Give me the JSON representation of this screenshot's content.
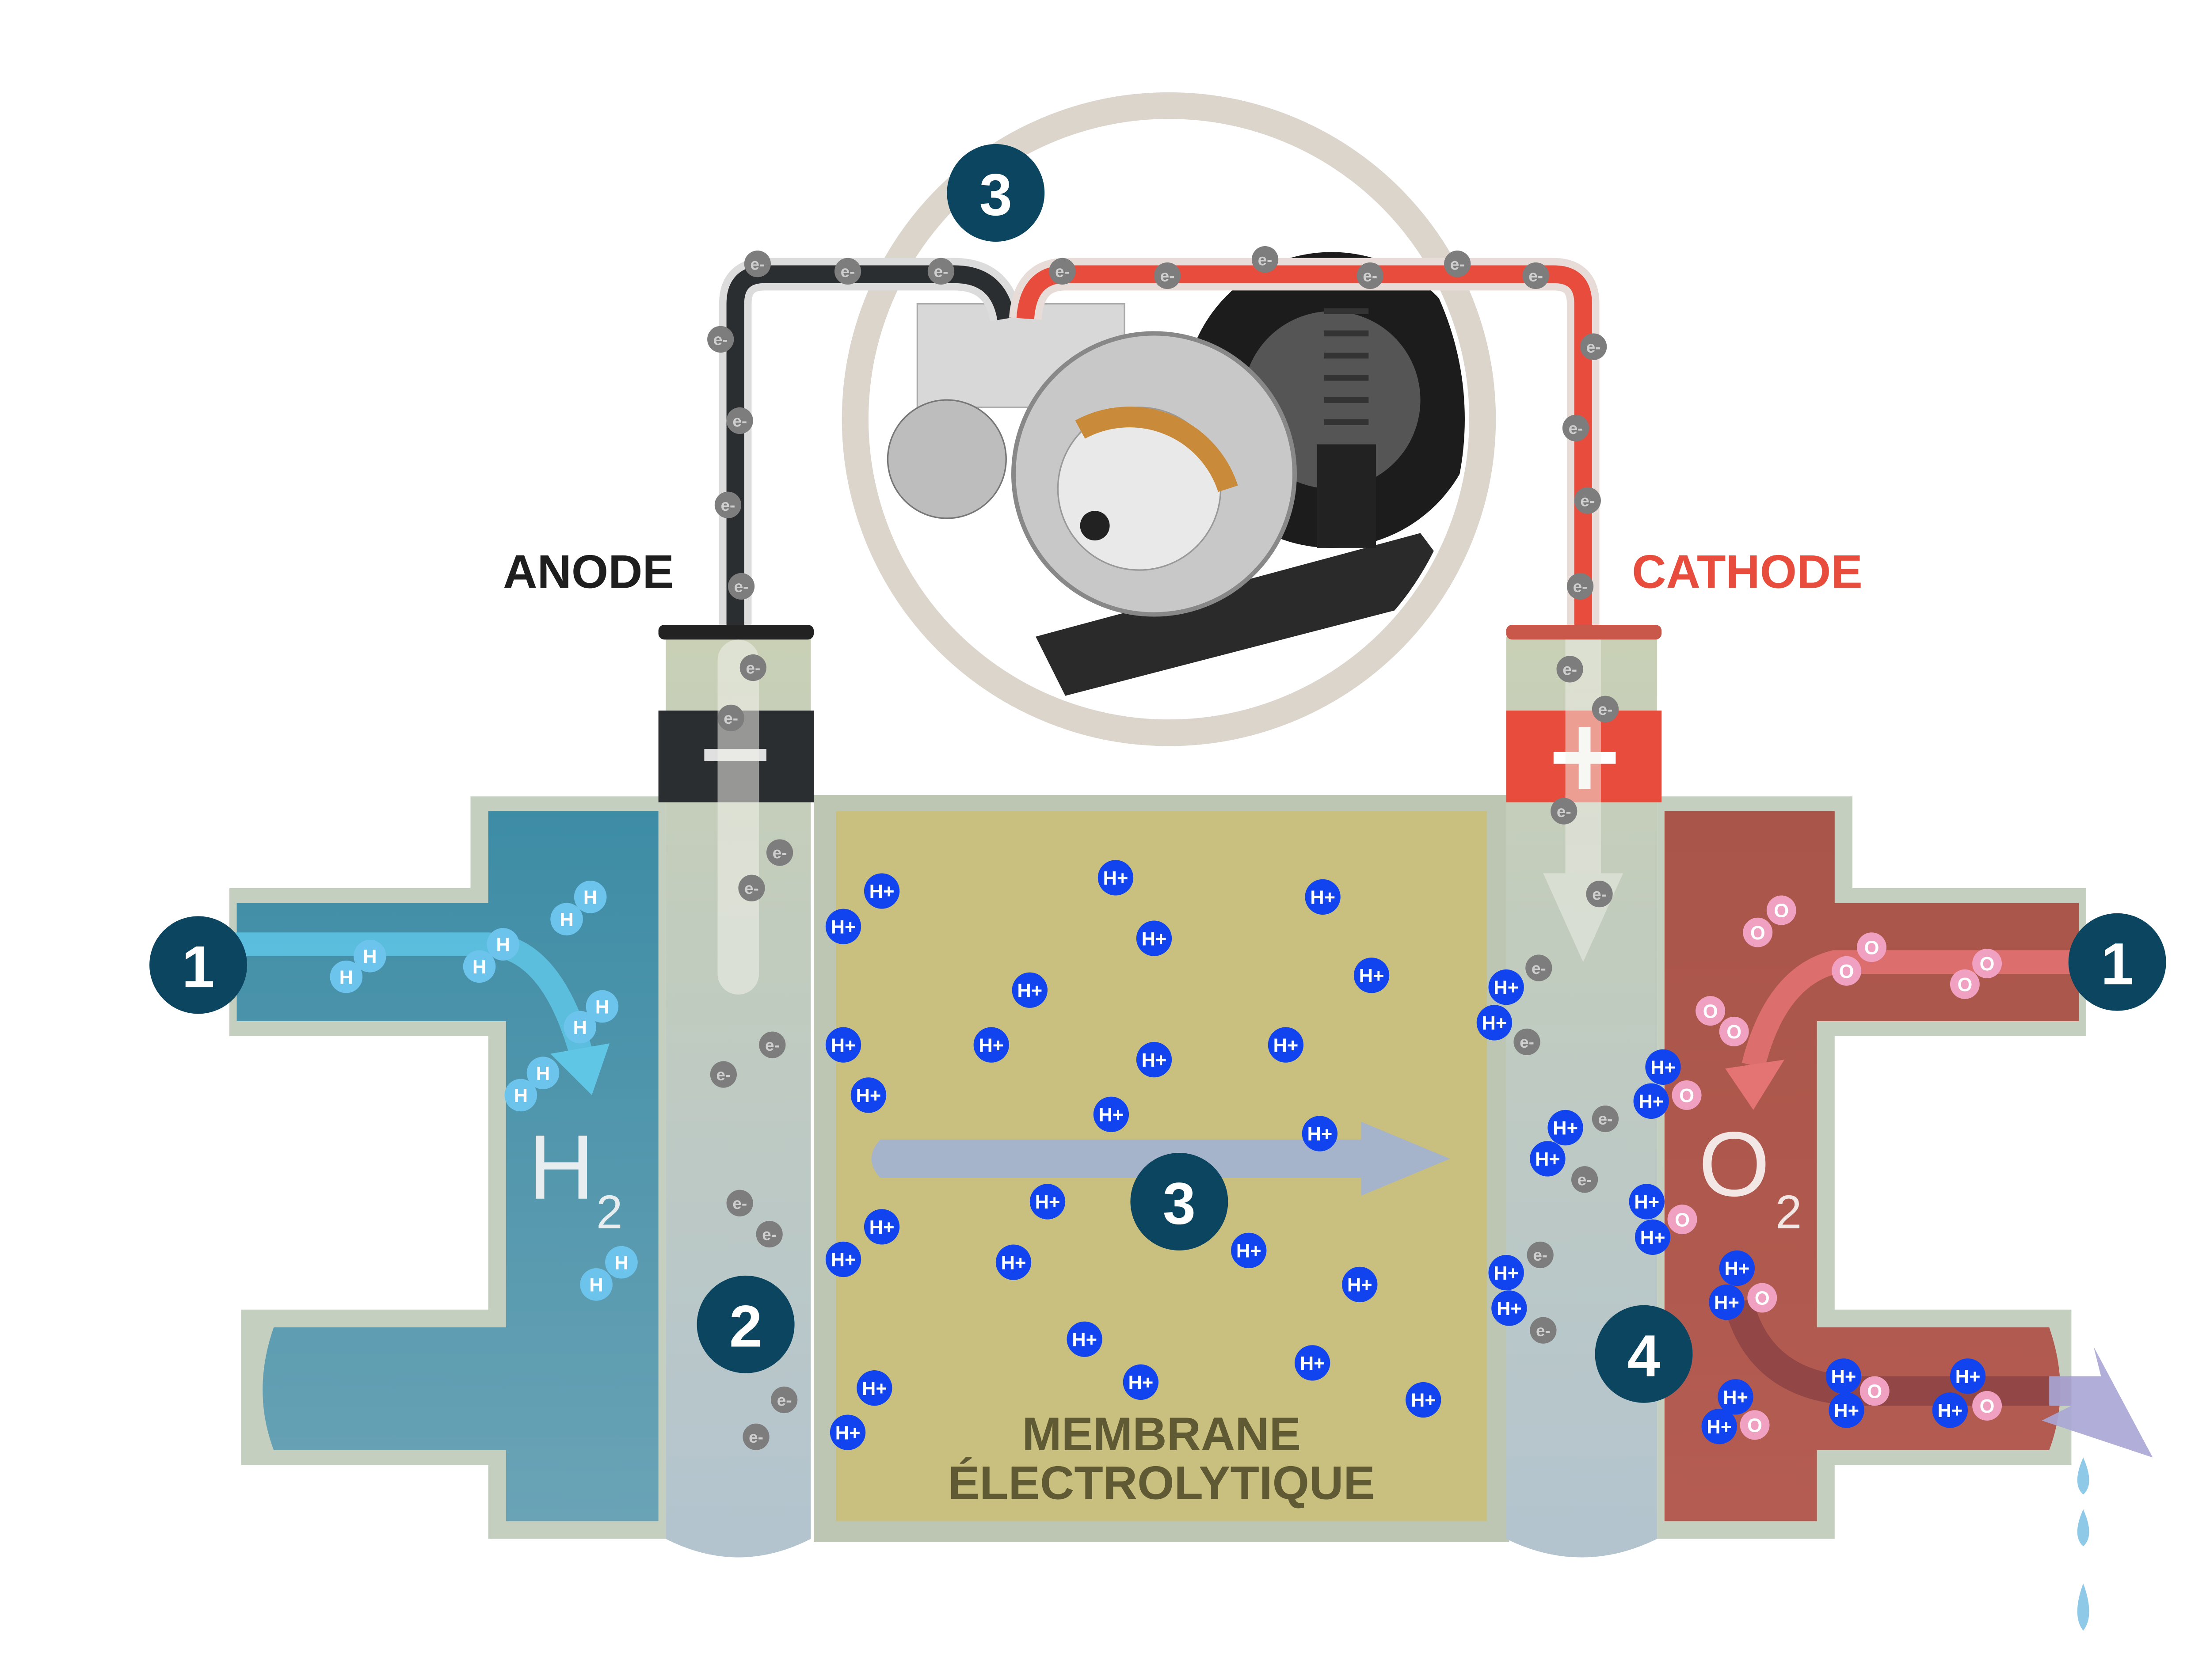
{
  "labels": {
    "anode": "ANODE",
    "cathode": "CATHODE",
    "membrane_line1": "MEMBRANE",
    "membrane_line2": "ÉLECTROLYTIQUE",
    "h2_main": "H",
    "h2_sub": "2",
    "o2_main": "O",
    "o2_sub": "2",
    "minus": "−",
    "plus": "+"
  },
  "steps": {
    "inlet_left": "1",
    "inlet_right": "1",
    "anode_step": "2",
    "motor_step": "3",
    "membrane_step": "3",
    "cathode_step": "4"
  },
  "particles": {
    "proton": "H+",
    "hydrogen": "H",
    "oxygen": "O",
    "electron": "e-"
  },
  "colors": {
    "anode_wire": "#2b2e30",
    "cathode_wire": "#e84c3d",
    "hydrogen_chamber": "#5f9fb3",
    "oxygen_chamber": "#b55a50",
    "membrane": "#c9c080",
    "electrode": "#c3ccb8",
    "step_badge": "#0b4560",
    "proton": "#1144ee",
    "hydrogen_atom": "#6cc4ec",
    "oxygen_atom": "#f0a0c0",
    "electron": "#7d7d7d",
    "motor_ring": "#dcd5cc"
  }
}
